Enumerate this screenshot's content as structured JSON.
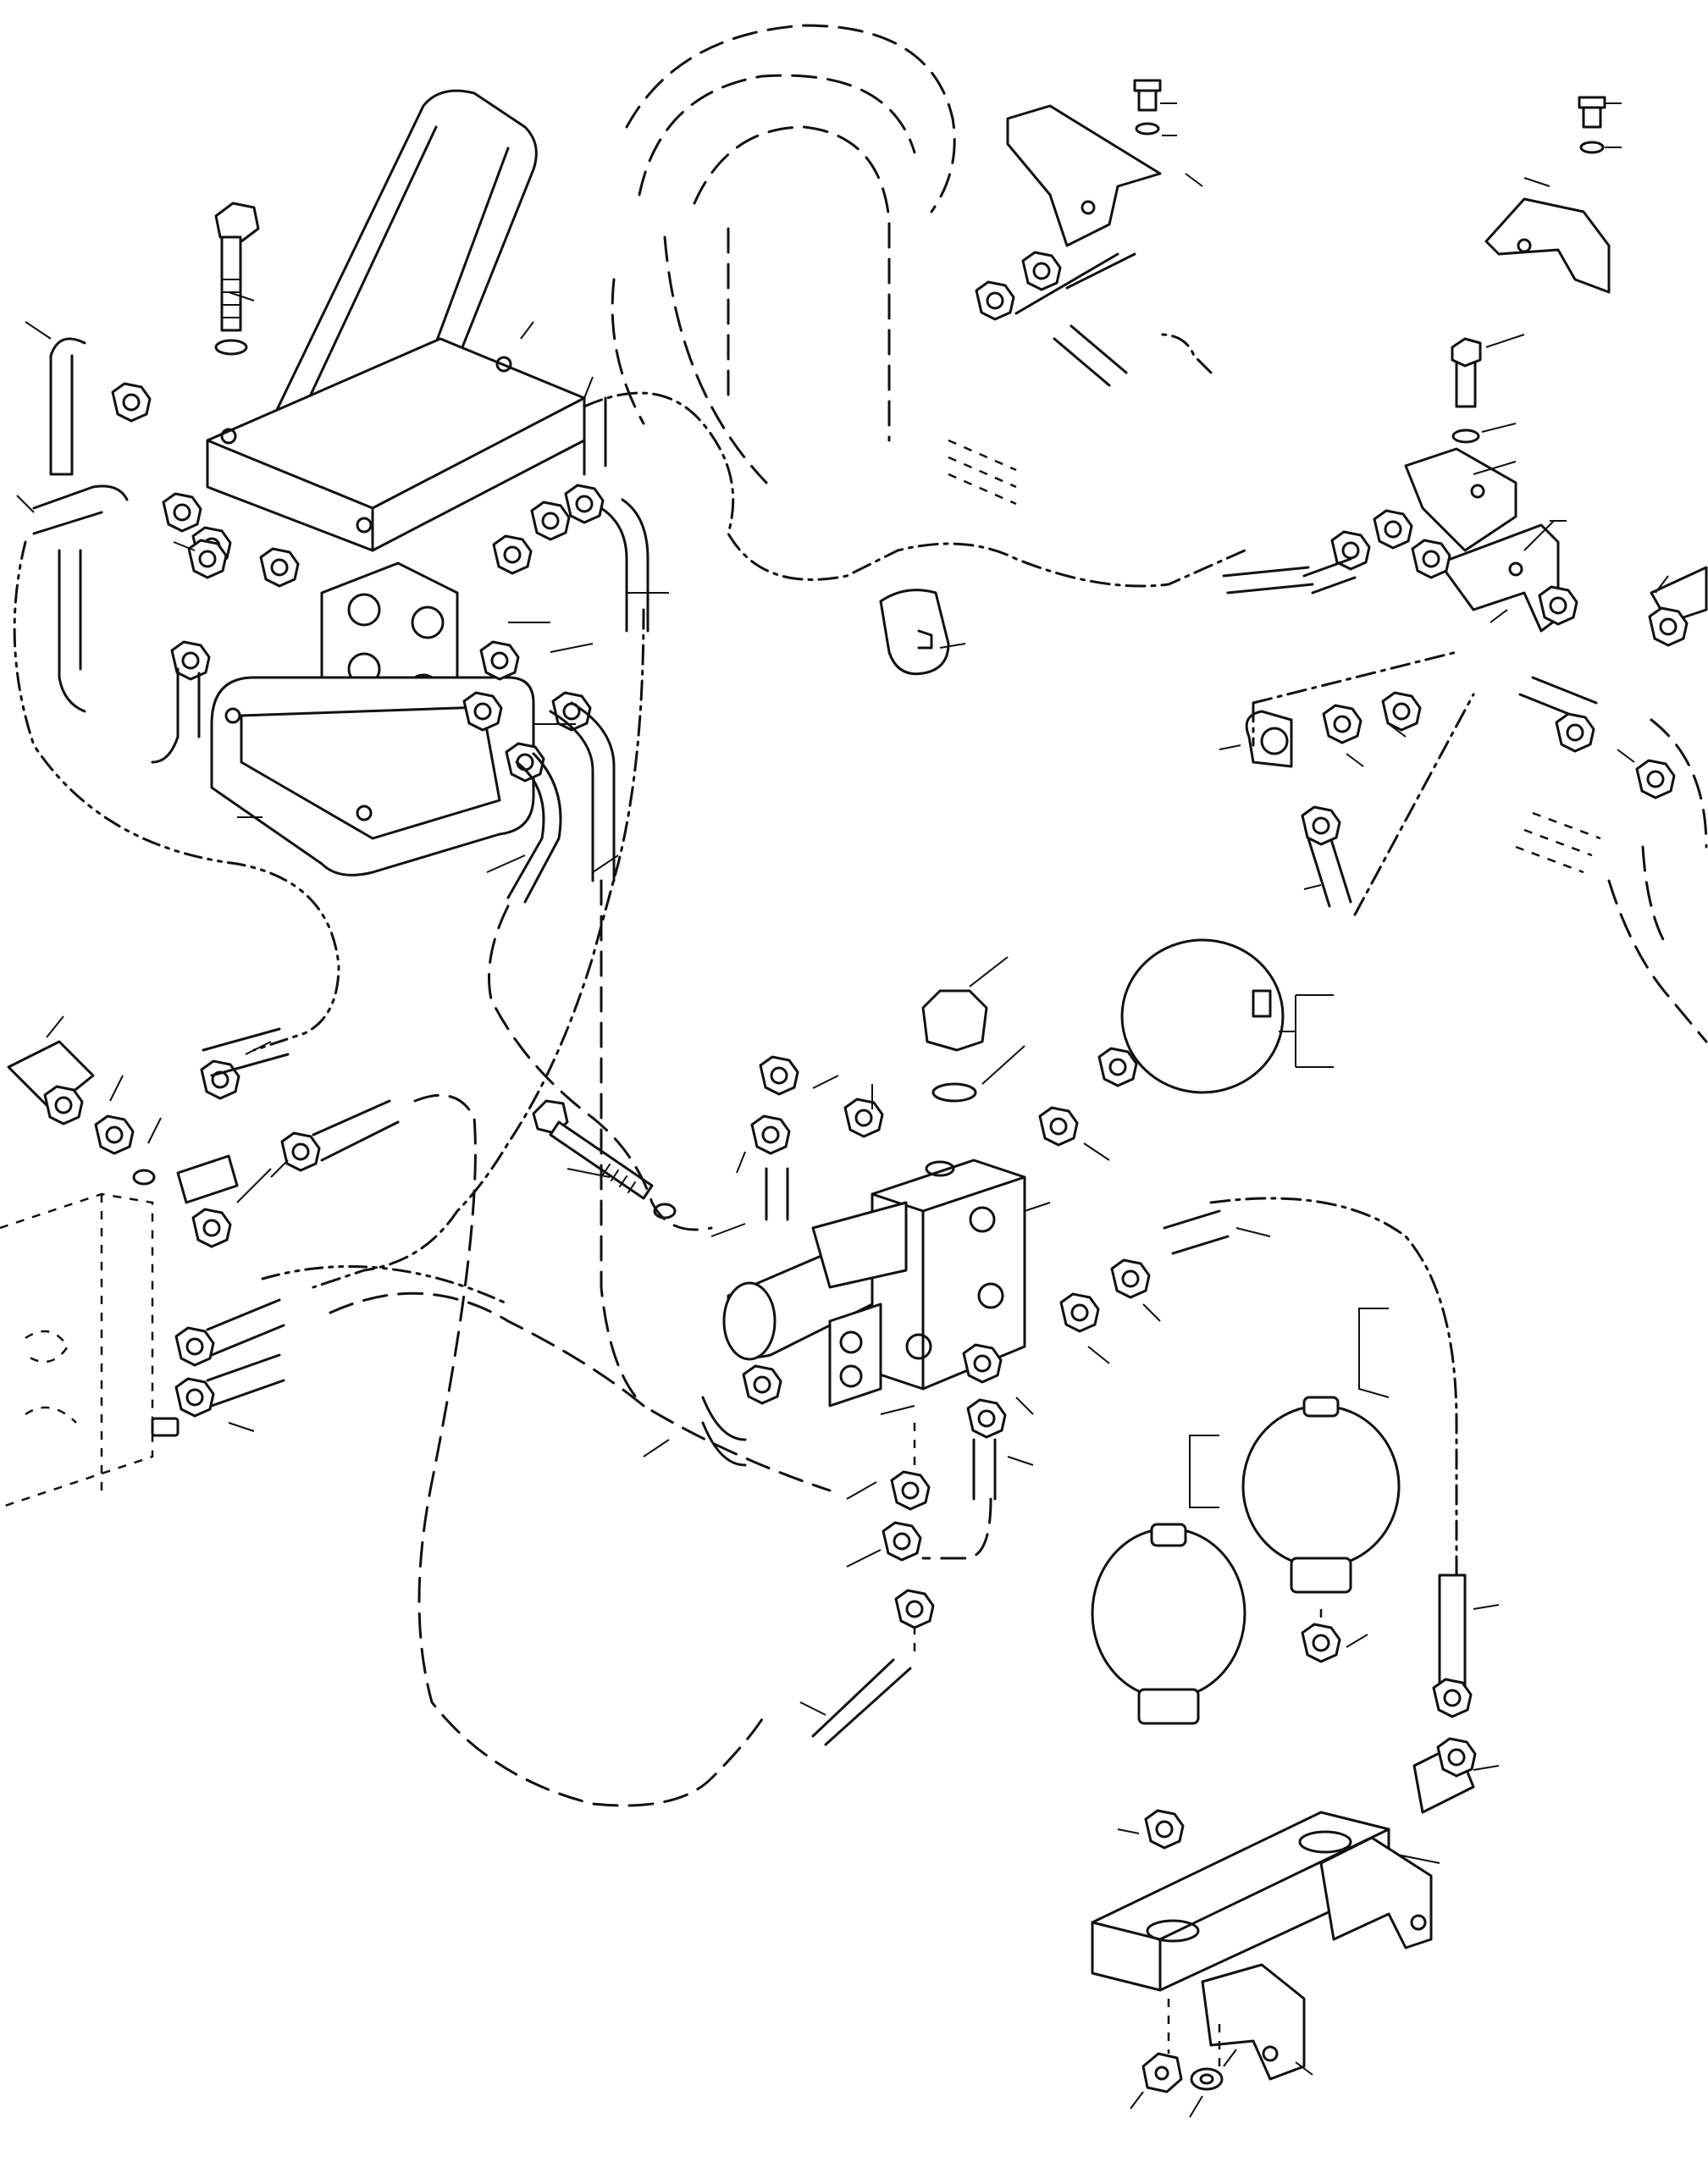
{
  "diagram": {
    "colors": {
      "line": "#111111",
      "background": "#ffffff"
    },
    "assemblies": [
      "brake-pedal-valve",
      "brake-lines",
      "control-valve-block",
      "accumulators",
      "accumulator-mounting-bracket",
      "axle-brake-connections"
    ]
  }
}
